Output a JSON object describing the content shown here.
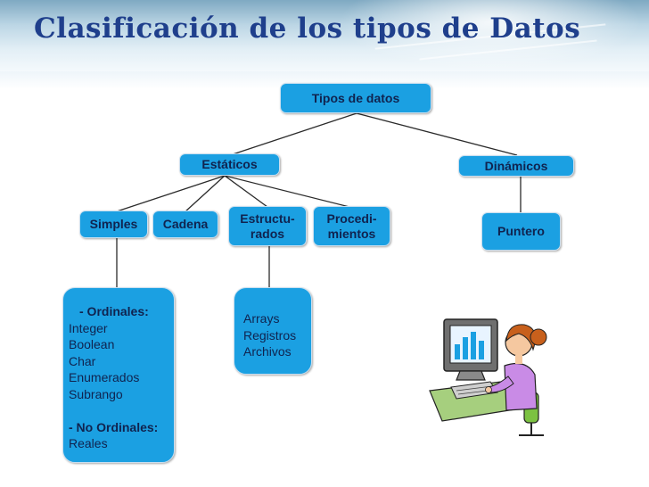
{
  "slide": {
    "title": "Clasificación de los tipos de Datos"
  },
  "diagram": {
    "root": "Tipos de datos",
    "estaticos": "Estáticos",
    "dinamicos": "Dinámicos",
    "simples": "Simples",
    "cadena": "Cadena",
    "estructurados": "Estructu-\nrados",
    "procedimientos": "Procedi-\nmientos",
    "puntero": "Puntero",
    "simples_detail": {
      "ordinales_header": "- Ordinales:",
      "ordinales": [
        "Integer",
        "Boolean",
        "Char",
        "Enumerados",
        "Subrango"
      ],
      "no_ordinales_header": "- No Ordinales:",
      "no_ordinales": [
        "Reales"
      ]
    },
    "estructurados_detail": [
      "Arrays",
      "Registros",
      "Archivos"
    ]
  },
  "colors": {
    "node_fill": "#1ba0e2",
    "node_text": "#10234f",
    "title": "#1f3f8c",
    "connector": "#2b2b2b"
  },
  "icons": {
    "clipart": "woman-at-computer-icon"
  }
}
